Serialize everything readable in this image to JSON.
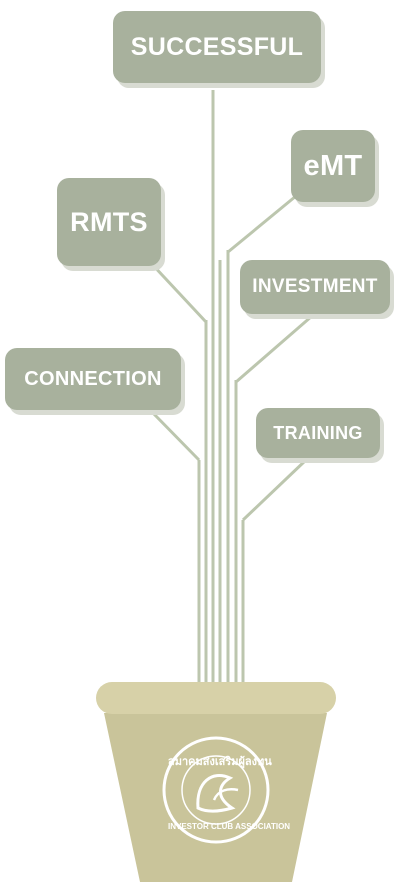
{
  "nodes": {
    "successful": "SUCCESSFUL",
    "emt": "eMT",
    "rmts": "RMTS",
    "investment": "INVESTMENT",
    "connection": "CONNECTION",
    "training": "TRAINING"
  },
  "logo": {
    "thai_text": "สมาคมส่งเสริมผู้ลงทุน",
    "english_text": "INVESTOR CLUB ASSOCIATION"
  },
  "colors": {
    "box": "#a8b19d",
    "branch": "#bcc6ae",
    "pot": "#c9c49a",
    "pot_rim": "#d7d1a8",
    "white": "#ffffff"
  }
}
